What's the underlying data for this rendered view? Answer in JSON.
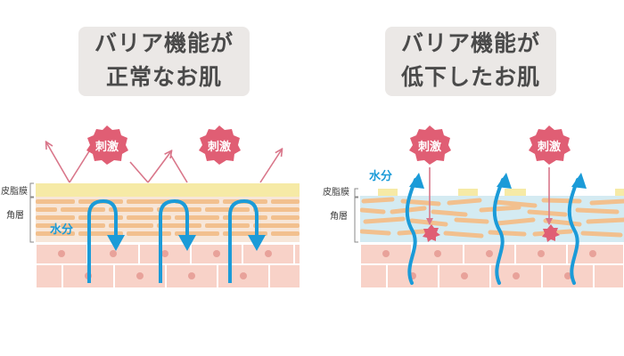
{
  "left_panel": {
    "title_line1": "バリア機能が",
    "title_line2": "正常なお肌",
    "stimulus_labels": [
      "刺激",
      "刺激"
    ],
    "layer_labels": {
      "sebum_film": "皮脂膜",
      "stratum_corneum": "角層"
    },
    "water_label": "水分"
  },
  "right_panel": {
    "title_line1": "バリア機能が",
    "title_line2": "低下したお肌",
    "stimulus_labels": [
      "刺激",
      "刺激"
    ],
    "layer_labels": {
      "sebum_film": "皮脂膜",
      "stratum_corneum": "角層"
    },
    "water_label": "水分"
  },
  "colors": {
    "title_bg": "#ebe8e6",
    "title_text": "#4a4a4a",
    "stimulus_badge": "#e05e74",
    "stimulus_arrow": "#d9768a",
    "sebum": "#f6eaa6",
    "stratum_bg": "#f3dccb",
    "stratum_dry_bg": "#d4ebf2",
    "corneocyte": "#f2c08e",
    "skin_cell": "#f8d2c8",
    "skin_nucleus": "#e8a29a",
    "water_arrow": "#1b9bd8",
    "label_text": "#3d3d3d"
  }
}
